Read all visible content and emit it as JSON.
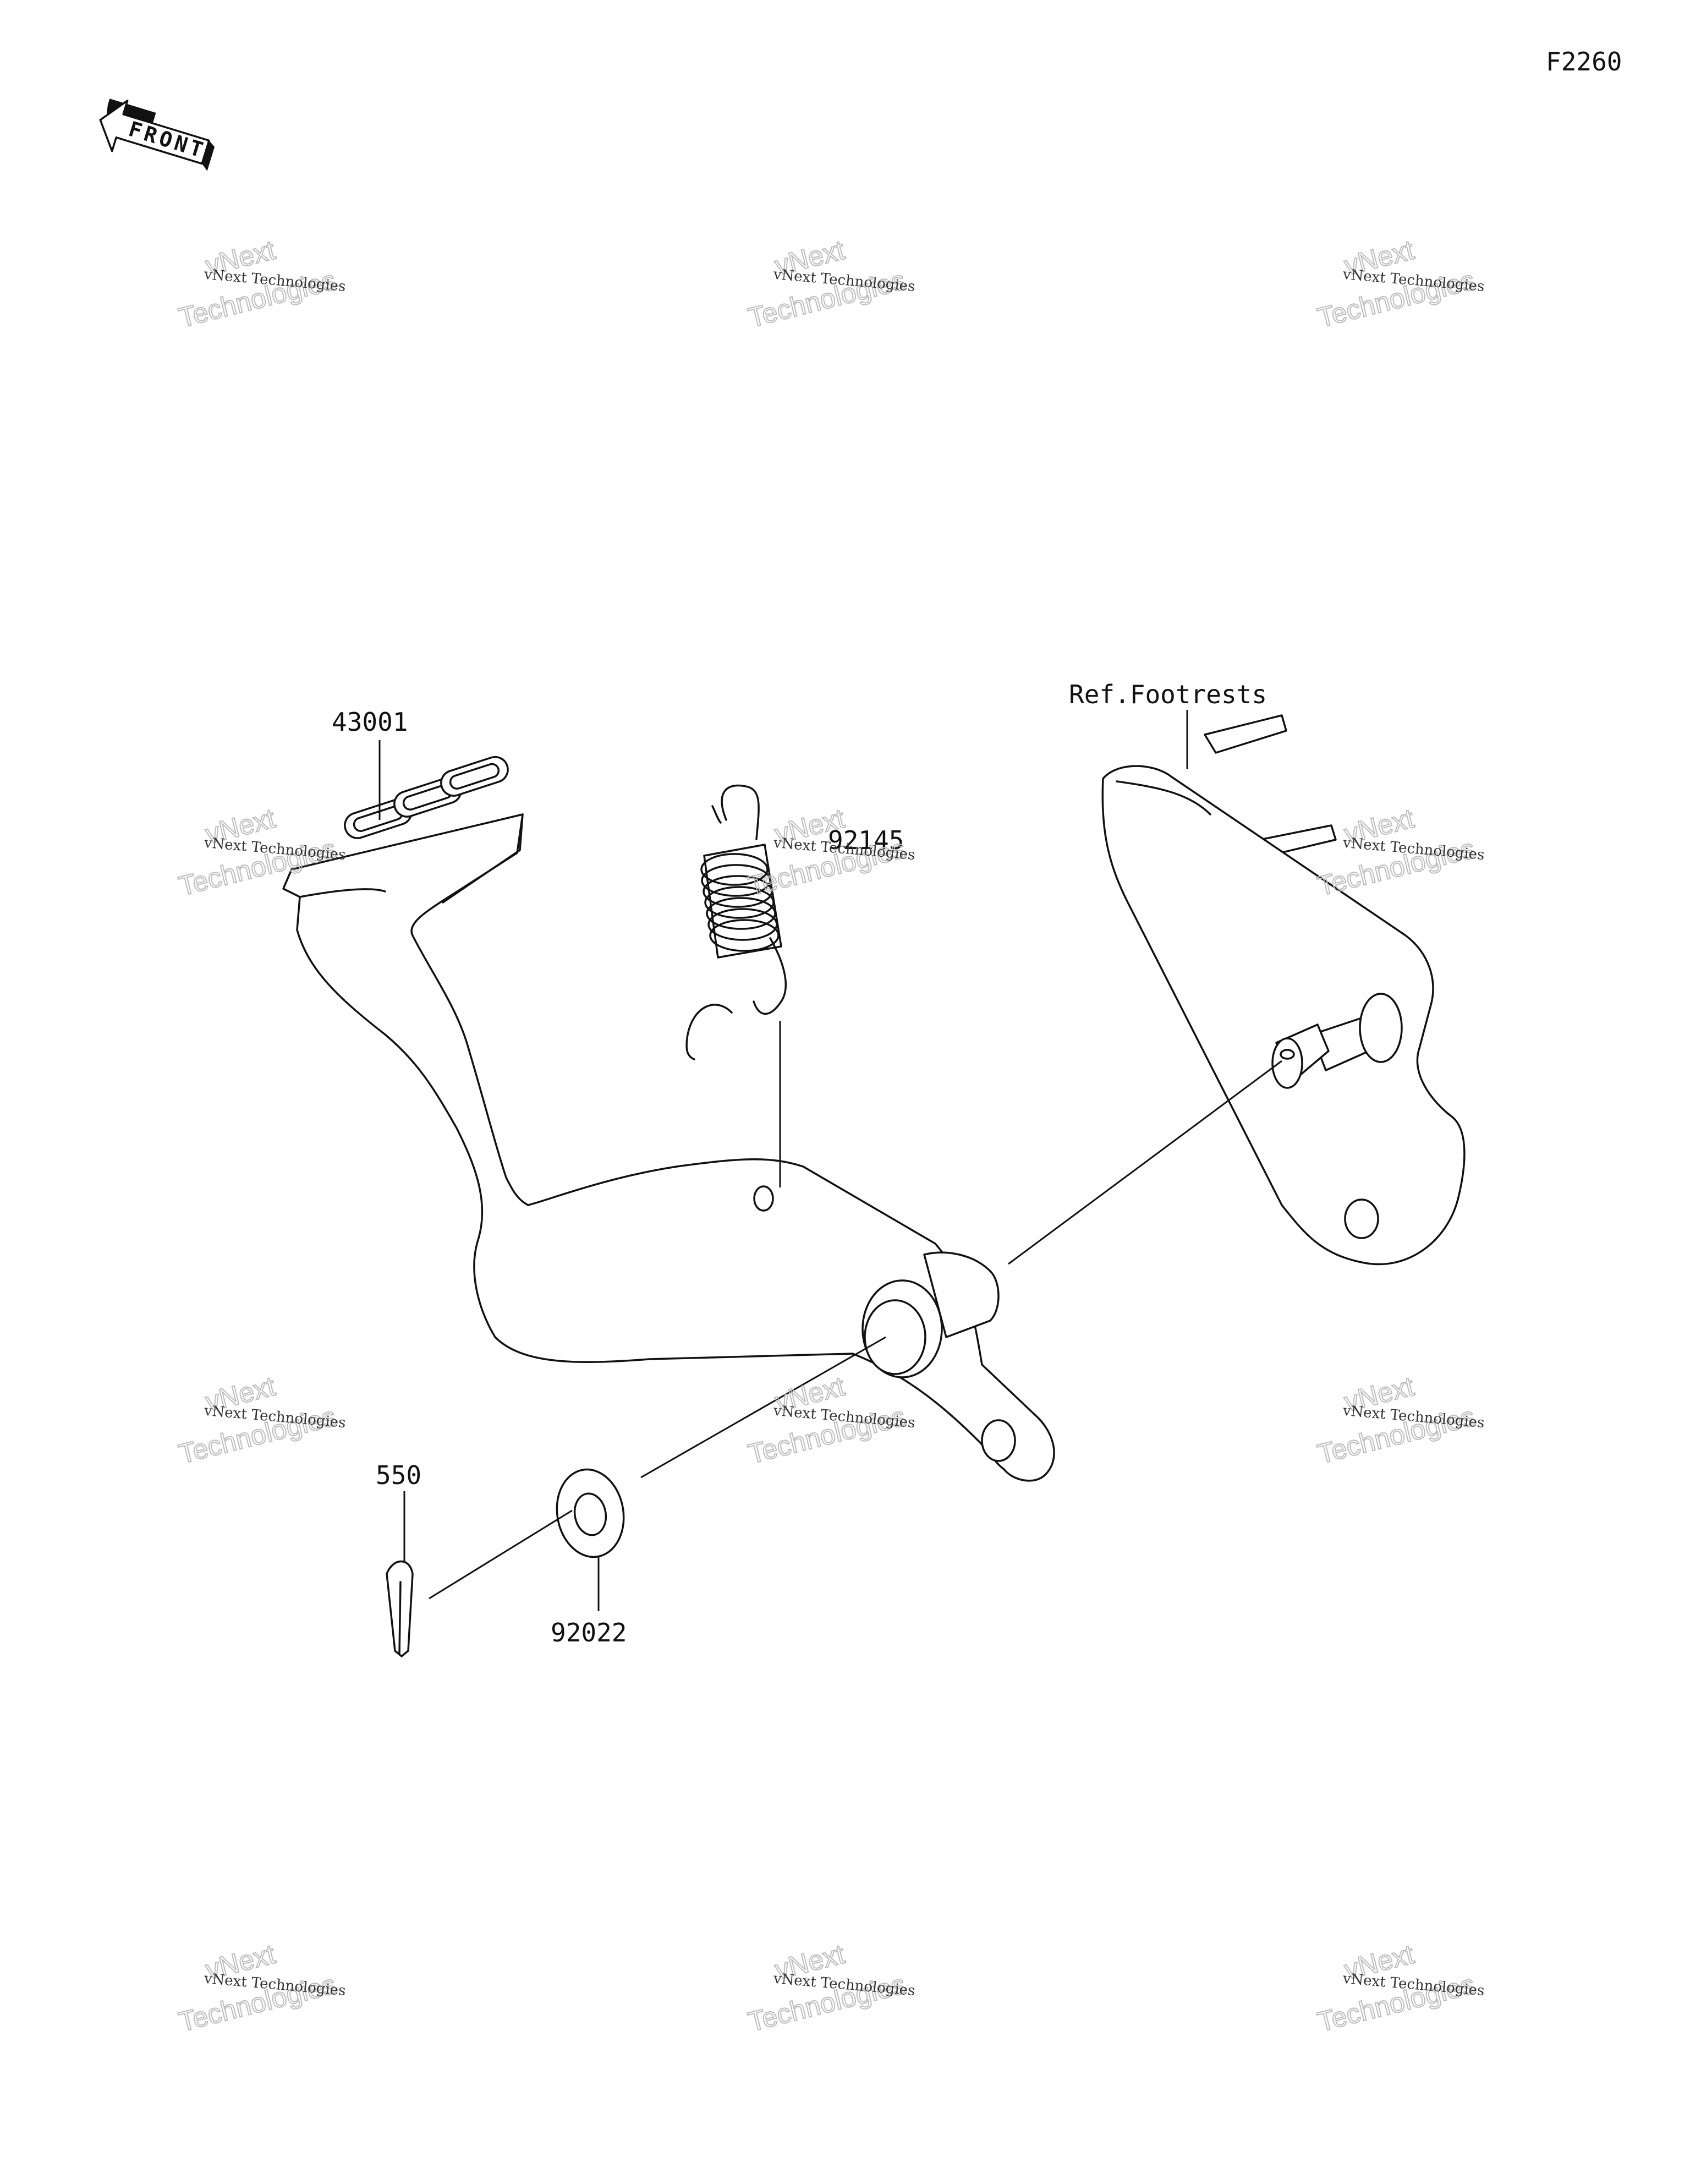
{
  "figure_code": "F2260",
  "front_indicator": {
    "label": "FRONT"
  },
  "callouts": [
    {
      "id": "brake-pedal",
      "label": "43001"
    },
    {
      "id": "return-spring",
      "label": "92145"
    },
    {
      "id": "reference",
      "label": "Ref.Footrests"
    },
    {
      "id": "cotter-pin",
      "label": "550"
    },
    {
      "id": "washer",
      "label": "92022"
    }
  ],
  "watermark": {
    "line1": "vNext Technologies",
    "line2": "vNext",
    "line3": "Technologies"
  }
}
